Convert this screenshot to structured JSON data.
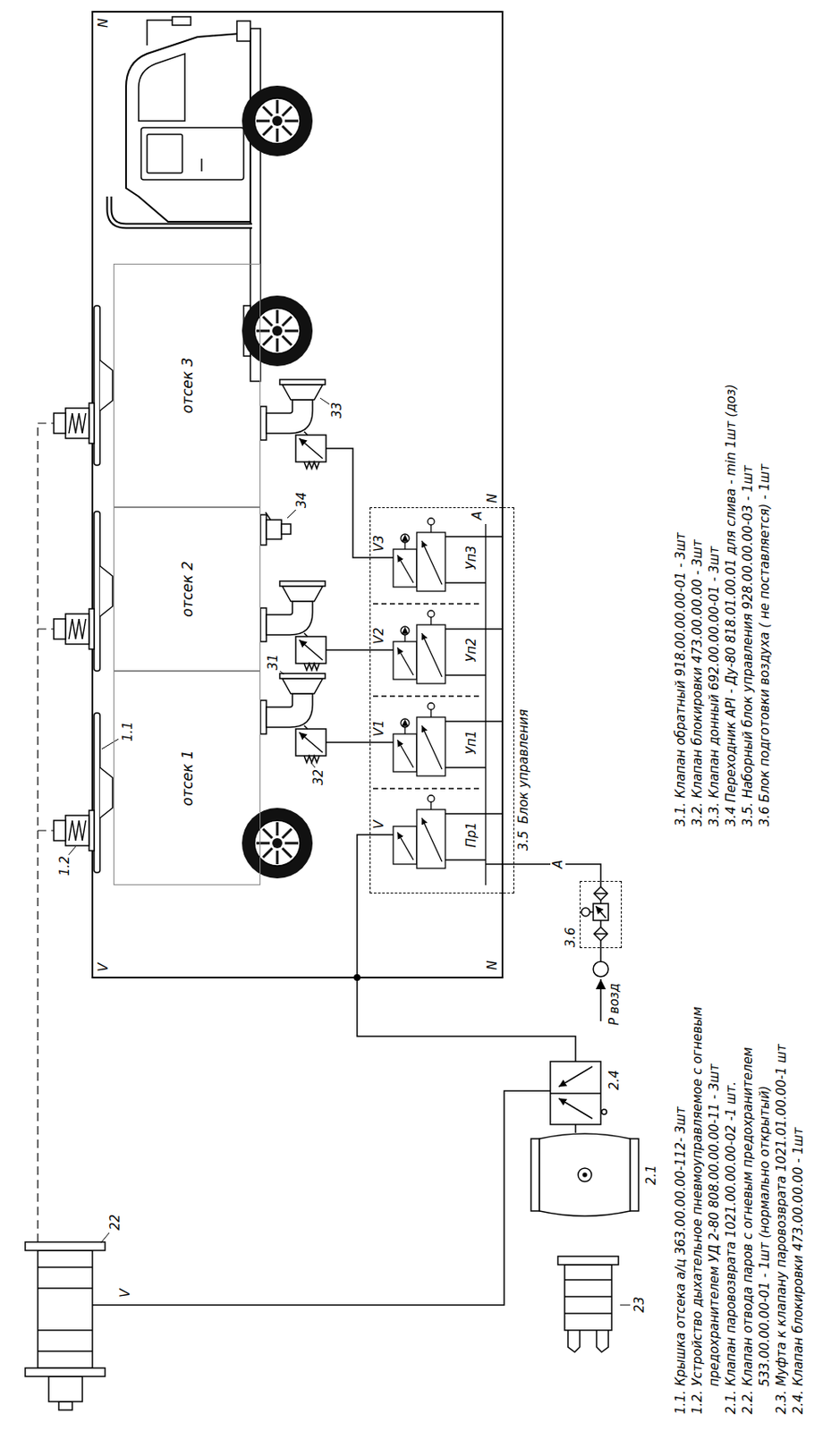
{
  "diagram": {
    "nodes": [
      {
        "text": [
          "отсек 1"
        ]
      },
      {
        "text": [
          "отсек 2"
        ]
      },
      {
        "text": [
          "отсек 3"
        ]
      },
      {
        "text": [
          "3.5",
          "Блок управления"
        ]
      },
      {
        "text": [
          "Пр1"
        ],
        "in": 3
      },
      {
        "text": [
          "Уп1"
        ],
        "in": 3
      },
      {
        "text": [
          "Уп2"
        ],
        "in": 3
      },
      {
        "text": [
          "Уп3"
        ],
        "in": 3
      },
      {
        "text": [
          "3.6"
        ]
      }
    ],
    "edges": [
      {
        "from": 8,
        "to": 3,
        "arrow": "none",
        "label": "A"
      }
    ],
    "labels": [
      "N",
      "V",
      "V",
      "22",
      "1.2",
      "1.1",
      "32",
      "31",
      "34",
      "33",
      "V",
      "V1",
      "V2",
      "V3",
      "A",
      "N",
      "N",
      "23",
      "2.1",
      "2.4",
      "Р возд",
      "1.1. Крышка отсека а/ц 363.00.00.00-112- 3шт",
      "1.2. Устройство дыхательное пневмоуправляемое с огневым предохранителем УД 2-80 808.00.00.00-11 - 3шт",
      "2.1. Клапан паровозврата 1021.00.00.00-02 -1 шт.",
      "2.2. Клапан отвода паров с огневым предохранителем 533.00.00.00-01 - 1шт (нормально открытый)",
      "2.3. Муфта к клапану паровозврата 1021.01.00.00-1 шт",
      "2.4. Клапан блокировки 473.00.00.00 - 1шт",
      "3.1. Клапан обратный 918.00.00.00-01 - 3шт",
      "3.2. Клапан блокировки 473.00.00.00 - 3шт",
      "3.3. Клапан донный 692.00.00.00-01 - 3шт",
      "3.4 Переходник API - Ду-80 818.01.00.01 для слива - min 1шт (доз)",
      "3.5. Наборный блок управления 928.00.00.00-03 - 1шт",
      "3.6 Блок подготовки воздуха ( не поставляется) - 1шт"
    ]
  }
}
